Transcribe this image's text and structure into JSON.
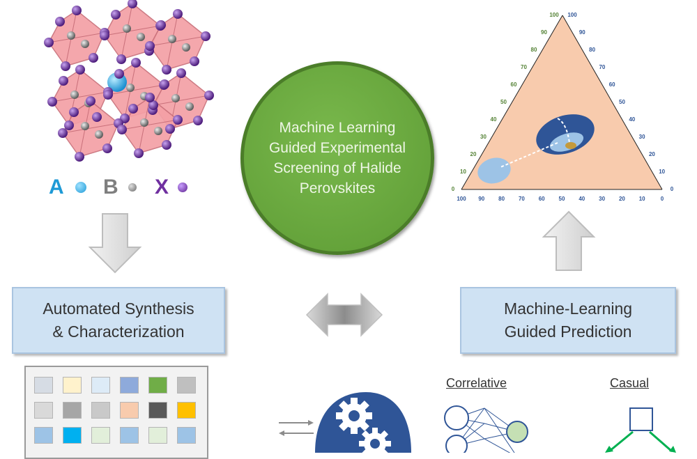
{
  "center_circle": {
    "line1": "Machine Learning",
    "line2": "Guided Experimental",
    "line3": "Screening of Halide",
    "line4": "Perovskites"
  },
  "legend": {
    "a": "A",
    "b": "B",
    "x": "X",
    "a_color": "#1e9ad6",
    "b_color": "#7f7f7f",
    "x_color": "#7030a0"
  },
  "synthesis_box": {
    "line1": "Automated Synthesis",
    "line2": "& Characterization"
  },
  "prediction_box": {
    "line1": "Machine-Learning",
    "line2": "Guided Prediction"
  },
  "ternary": {
    "bottom_ticks": [
      "100",
      "90",
      "80",
      "70",
      "60",
      "50",
      "40",
      "30",
      "20",
      "10",
      "0"
    ],
    "left_ticks": [
      "0",
      "10",
      "20",
      "30",
      "40",
      "50",
      "60",
      "70",
      "80",
      "90",
      "100"
    ],
    "right_ticks": [
      "0",
      "10",
      "20",
      "30",
      "40",
      "50",
      "60",
      "70",
      "80",
      "90",
      "100"
    ],
    "fill_color": "#f8cbad"
  },
  "model_labels": {
    "correlative": "Correlative",
    "causal": "Casual"
  },
  "swatch_colors": [
    [
      "#d6dce4",
      "#fff2cc",
      "#ddebf7",
      "#8eaadb",
      "#70ad47",
      "#bfbfbf"
    ],
    [
      "#d9d9d9",
      "#a6a6a6",
      "#c9c9c9",
      "#f8cbad",
      "#595959",
      "#ffc000"
    ],
    [
      "#9dc3e6",
      "#00b0f0",
      "#e2efda",
      "#9dc3e6",
      "#e2efda",
      "#9dc3e6"
    ]
  ]
}
